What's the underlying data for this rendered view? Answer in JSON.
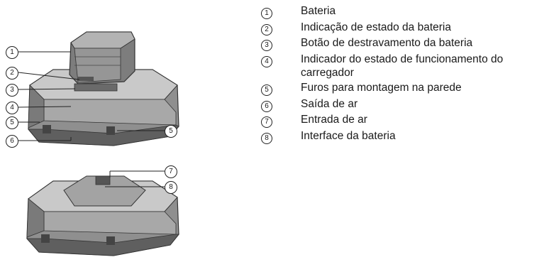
{
  "legend": [
    {
      "num": "1",
      "text": "Bateria"
    },
    {
      "num": "2",
      "text": "Indicação de estado da bateria"
    },
    {
      "num": "3",
      "text": "Botão de destravamento da bateria"
    },
    {
      "num": "4",
      "text": "Indicador do estado de funcionamento do carregador"
    },
    {
      "num": "5",
      "text": "Furos para montagem na parede"
    },
    {
      "num": "6",
      "text": "Saída de ar"
    },
    {
      "num": "7",
      "text": "Entrada de ar"
    },
    {
      "num": "8",
      "text": "Interface da bateria"
    }
  ],
  "callouts": {
    "top": [
      "1",
      "2",
      "3",
      "4",
      "5",
      "6",
      "5"
    ],
    "bottom": [
      "7",
      "8"
    ]
  }
}
